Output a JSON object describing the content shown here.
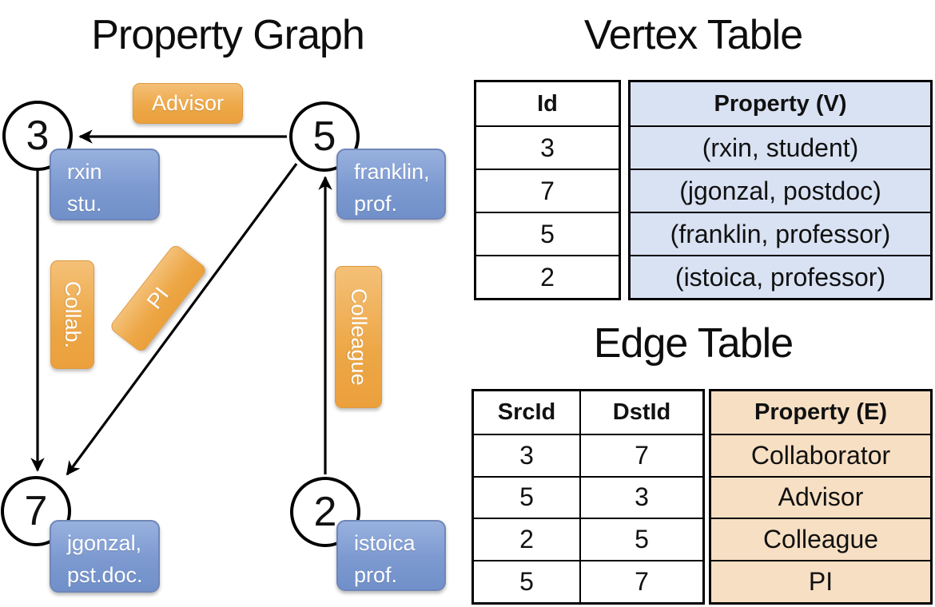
{
  "graph": {
    "title": "Property Graph",
    "nodes": [
      {
        "id": "3",
        "prop_line1": "rxin",
        "prop_line2": "stu."
      },
      {
        "id": "5",
        "prop_line1": "franklin,",
        "prop_line2": "prof."
      },
      {
        "id": "7",
        "prop_line1": "jgonzal,",
        "prop_line2": "pst.doc."
      },
      {
        "id": "2",
        "prop_line1": "istoica",
        "prop_line2": "prof."
      }
    ],
    "edge_labels": [
      {
        "label": "Advisor",
        "orientation": "horizontal"
      },
      {
        "label": "Collab.",
        "orientation": "vertical"
      },
      {
        "label": "PI",
        "orientation": "diagonal"
      },
      {
        "label": "Colleague",
        "orientation": "vertical"
      }
    ]
  },
  "vertex_table": {
    "title": "Vertex Table",
    "columns": [
      "Id",
      "Property (V)"
    ],
    "rows": [
      {
        "id": "3",
        "property": "(rxin, student)"
      },
      {
        "id": "7",
        "property": "(jgonzal, postdoc)"
      },
      {
        "id": "5",
        "property": "(franklin, professor)"
      },
      {
        "id": "2",
        "property": "(istoica, professor)"
      }
    ]
  },
  "edge_table": {
    "title": "Edge Table",
    "columns": [
      "SrcId",
      "DstId",
      "Property (E)"
    ],
    "rows": [
      {
        "src": "3",
        "dst": "7",
        "property": "Collaborator"
      },
      {
        "src": "5",
        "dst": "3",
        "property": "Advisor"
      },
      {
        "src": "2",
        "dst": "5",
        "property": "Colleague"
      },
      {
        "src": "5",
        "dst": "7",
        "property": "PI"
      }
    ]
  },
  "colors": {
    "edge_label_orange": "#eda746",
    "vertex_property_blue": "#7c99d0",
    "vertex_table_fill": "#d9e2f3",
    "edge_table_fill": "#f7dfc3",
    "line_black": "#000000"
  }
}
